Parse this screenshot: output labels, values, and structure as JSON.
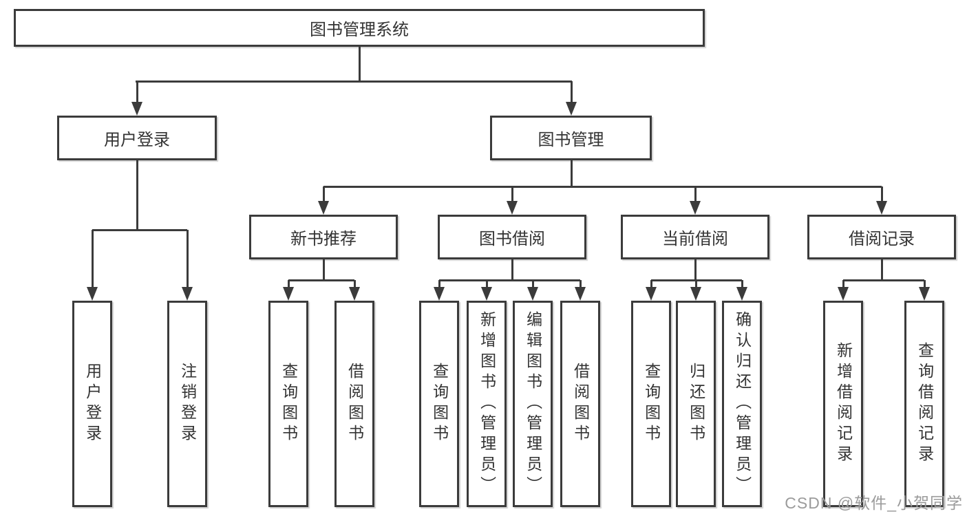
{
  "tree": {
    "label": "图书管理系统",
    "children": [
      {
        "label": "用户登录",
        "children": [
          {
            "label": "用户登录"
          },
          {
            "label": "注销登录"
          }
        ]
      },
      {
        "label": "图书管理",
        "children": [
          {
            "label": "新书推荐",
            "children": [
              {
                "label": "查询图书"
              },
              {
                "label": "借阅图书"
              }
            ]
          },
          {
            "label": "图书借阅",
            "children": [
              {
                "label": "查询图书"
              },
              {
                "label": "新增图书（管理员）"
              },
              {
                "label": "编辑图书（管理员）"
              },
              {
                "label": "借阅图书"
              }
            ]
          },
          {
            "label": "当前借阅",
            "children": [
              {
                "label": "查询图书"
              },
              {
                "label": "归还图书"
              },
              {
                "label": "确认归还（管理员）"
              }
            ]
          },
          {
            "label": "借阅记录",
            "children": [
              {
                "label": "新增借阅记录"
              },
              {
                "label": "查询借阅记录"
              }
            ]
          }
        ]
      }
    ]
  },
  "watermark": {
    "text": "CSDN @软件_小贺同学",
    "color": "#9b9b9b"
  },
  "colors": {
    "line": "#3b3b3b",
    "box_border": "#3b3b3b",
    "box_bg": "#ffffff",
    "text": "#333333"
  }
}
